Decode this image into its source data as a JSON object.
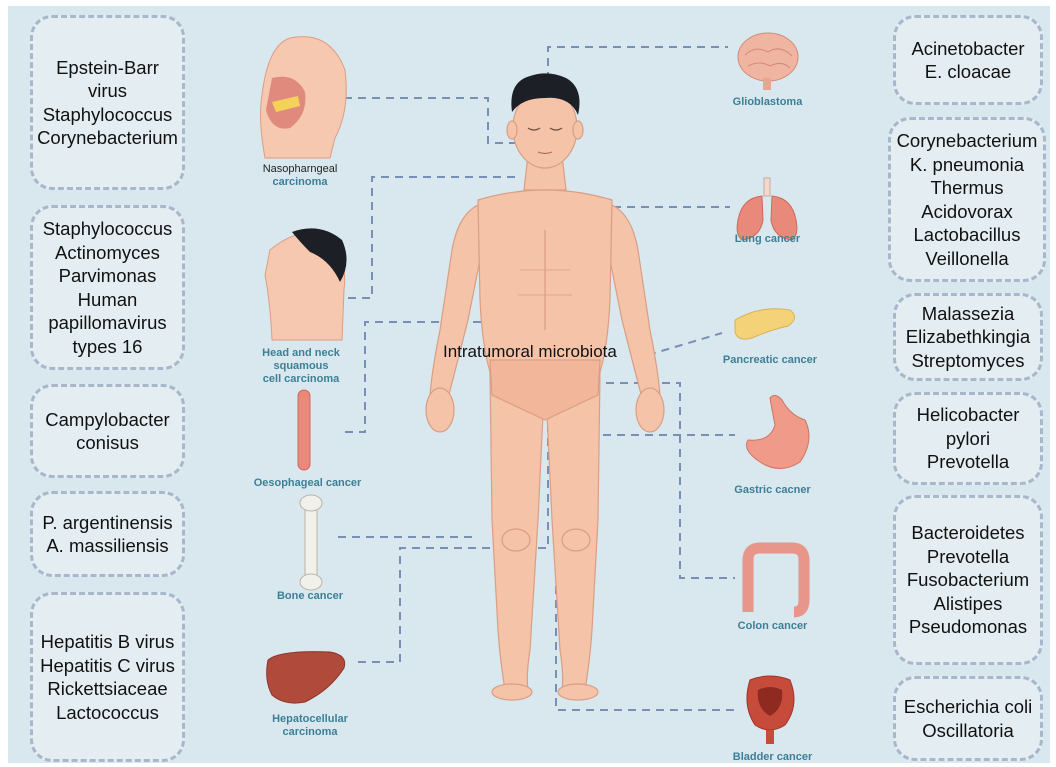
{
  "center_title": "Intratumoral microbiota",
  "left_boxes": [
    "Epstein-Barr\nvirus\nStaphylococcus\nCorynebacterium",
    "Staphylococcus\nActinomyces\nParvimonas\nHuman\npapillomavirus\ntypes 16",
    "Campylobacter\nconisus",
    "P. argentinensis\nA. massiliensis",
    "Hepatitis B virus\nHepatitis C virus\nRickettsiaceae\nLactococcus"
  ],
  "right_boxes": [
    "Acinetobacter\nE. cloacae",
    "Corynebacterium\nK. pneumonia\nThermus\nAcidovorax\nLactobacillus\nVeillonella",
    "Malassezia\nElizabethkingia\nStreptomyces",
    "Helicobacter\npylori\nPrevotella",
    "Bacteroidetes\nPrevotella\nFusobacterium\nAlistipes\nPseudomonas",
    "Escherichia coli\nOscillatoria"
  ],
  "cancers": {
    "naso_line1": "Nasopharngeal",
    "naso_line2": "carcinoma",
    "head_neck": "Head and neck\nsquamous\ncell carcinoma",
    "oesophageal": "Oesophageal cancer",
    "bone": "Bone cancer",
    "hepatocellular": "Hepatocellular\ncarcinoma",
    "glioblastoma": "Glioblastoma",
    "lung": "Lung cancer",
    "pancreatic": "Pancreatic cancer",
    "gastric": "Gastric cacner",
    "colon": "Colon cancer",
    "bladder": "Bladder cancer"
  },
  "colors": {
    "background": "#d9e8ee",
    "box_border": "#a7b8cc",
    "connector": "#7a8fb5",
    "label_teal": "#3d7f97",
    "skin": "#f4c3a8"
  }
}
